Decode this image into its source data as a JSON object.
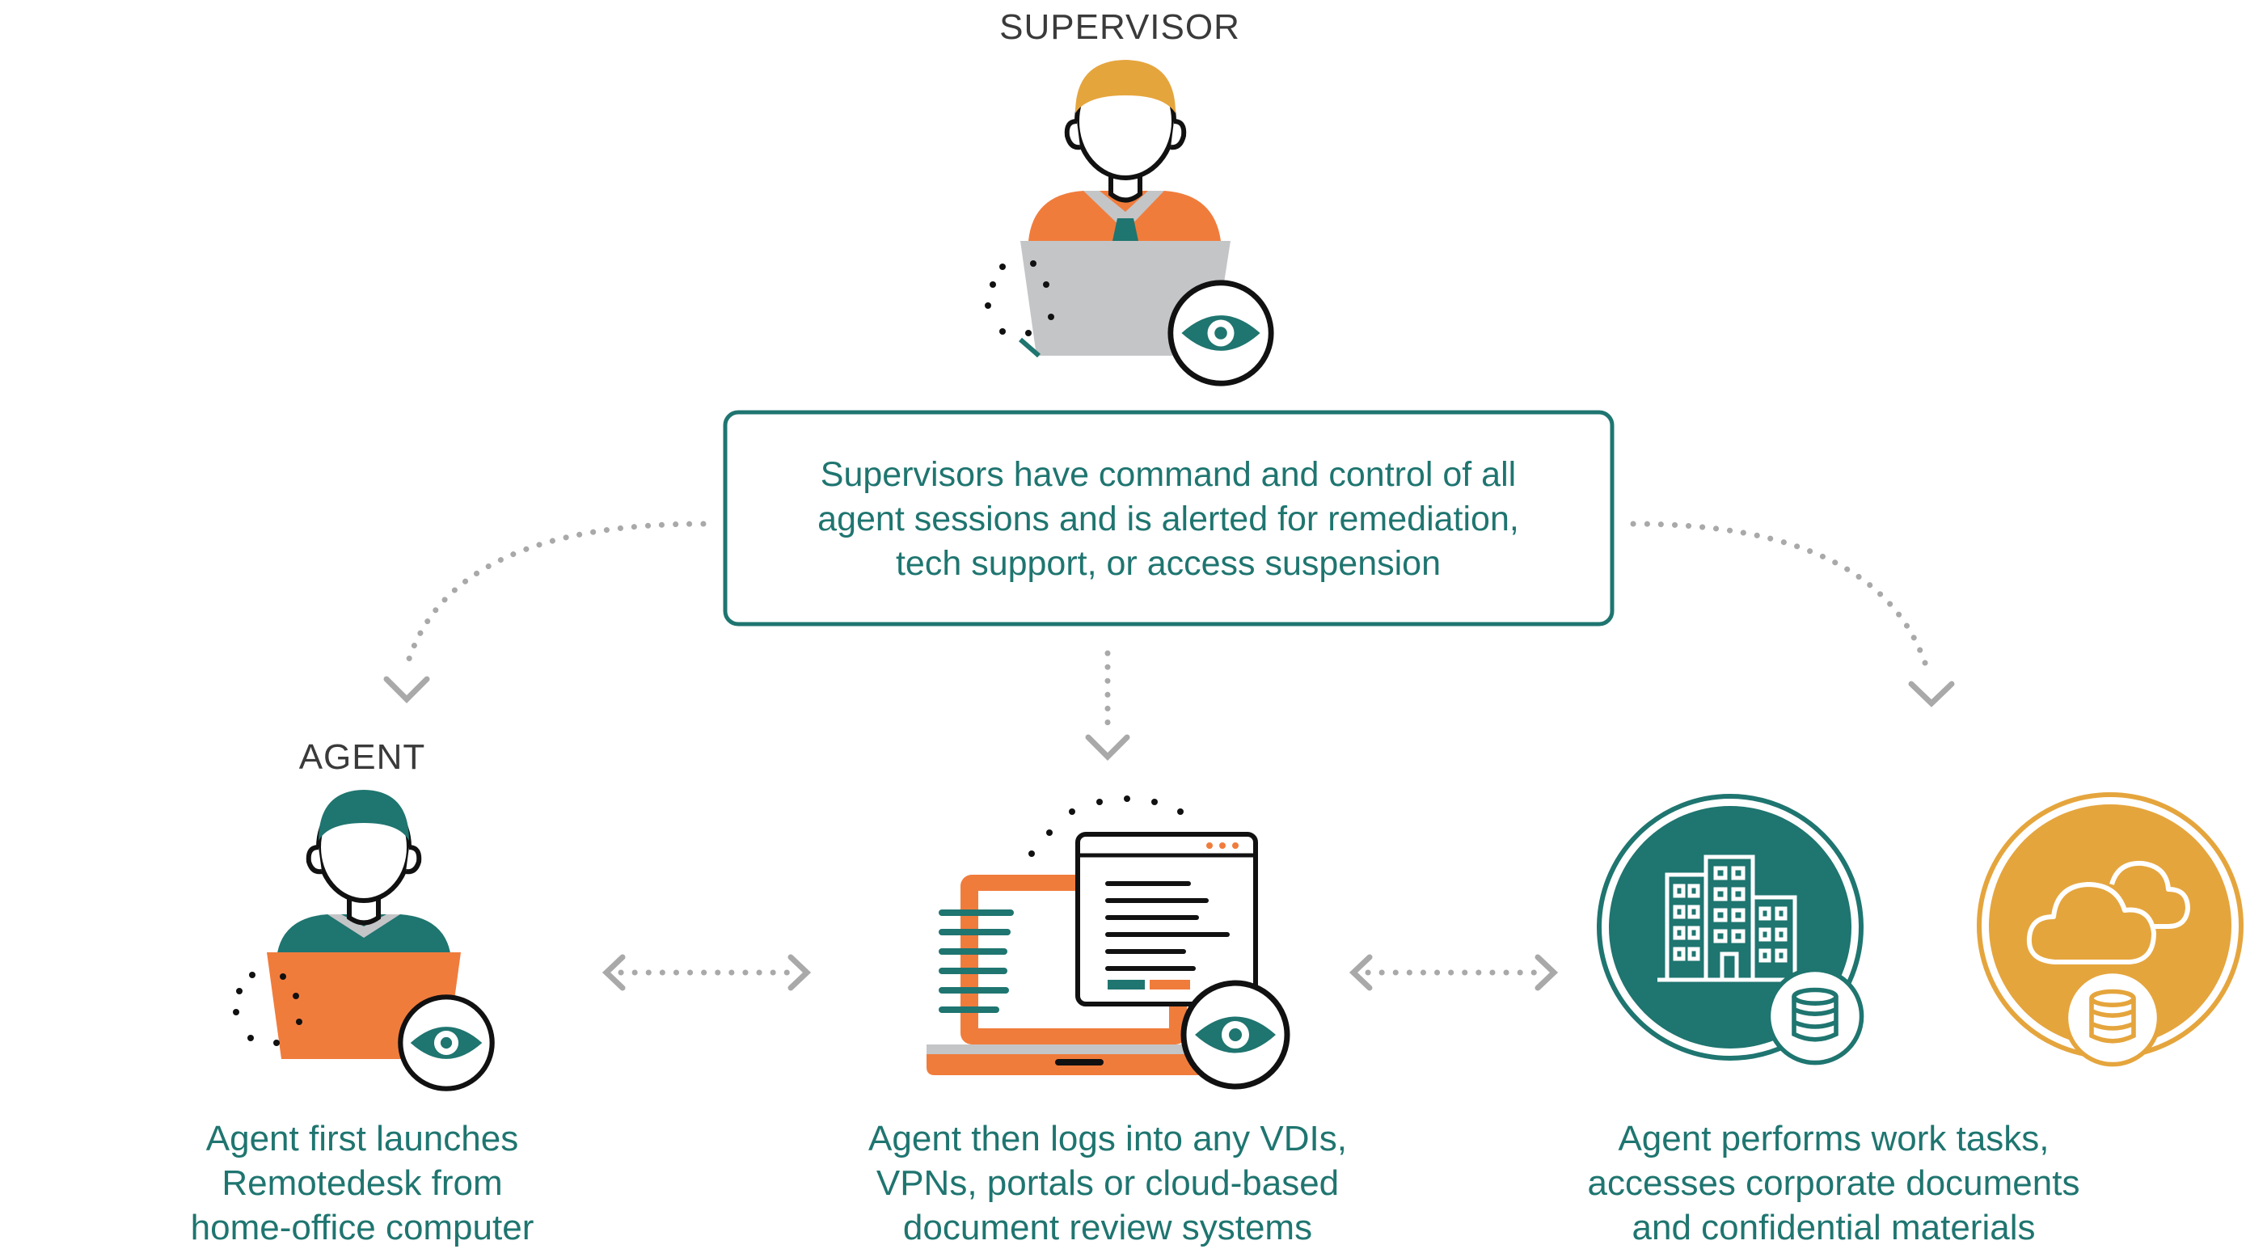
{
  "colors": {
    "teal": "#1f7570",
    "orange": "#f07c3c",
    "gold": "#e5a53d",
    "gray": "#c4c5c7",
    "connector": "#a9a9a9",
    "text_dark": "#3a3a3a"
  },
  "supervisor": {
    "label": "SUPERVISOR",
    "icons": [
      "person-icon",
      "laptop-icon",
      "eye-icon"
    ]
  },
  "info_box": {
    "lines": [
      "Supervisors have command and control of all",
      "agent sessions and is alerted for remediation,",
      "tech support, or access suspension"
    ]
  },
  "agent": {
    "label": "AGENT",
    "icons": [
      "person-icon",
      "laptop-icon",
      "eye-icon"
    ],
    "caption": [
      "Agent first launches",
      "Remotedesk from",
      "home-office computer"
    ]
  },
  "systems": {
    "icons": [
      "laptop-icon",
      "browser-window-icon",
      "eye-icon"
    ],
    "caption": [
      "Agent then logs into any VDIs,",
      "VPNs, portals or cloud-based",
      "document review systems"
    ]
  },
  "resources": {
    "icons": [
      "office-building-icon",
      "cloud-icon",
      "database-icon"
    ],
    "caption": [
      "Agent performs work tasks,",
      "accesses corporate documents",
      "and confidential materials"
    ]
  }
}
